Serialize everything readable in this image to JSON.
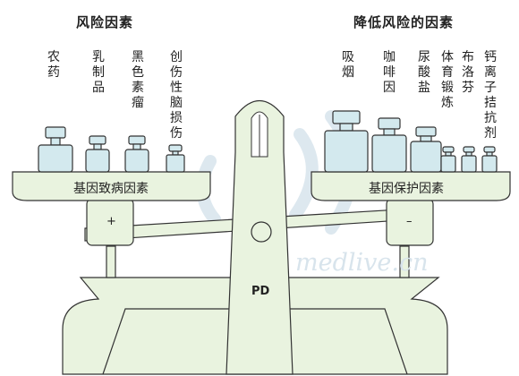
{
  "watermark": "medlive.cn",
  "colors": {
    "fill": "#e9f3df",
    "weight": "#d3e9ee",
    "outline": "#333333",
    "background": "#ffffff"
  },
  "left": {
    "heading": "风险因素",
    "labels": [
      "农药",
      "乳制品",
      "黑色素瘤",
      "创伤性脑损伤"
    ],
    "tray_label": "基因致病因素",
    "sign": "+"
  },
  "right": {
    "heading": "降低风险的因素",
    "labels": [
      "吸烟",
      "咖啡因",
      "尿酸盐",
      "体育锻炼",
      "布洛芬",
      "钙离子拮抗剂"
    ],
    "tray_label": "基因保护因素",
    "sign": "–"
  },
  "center_label": "PD"
}
